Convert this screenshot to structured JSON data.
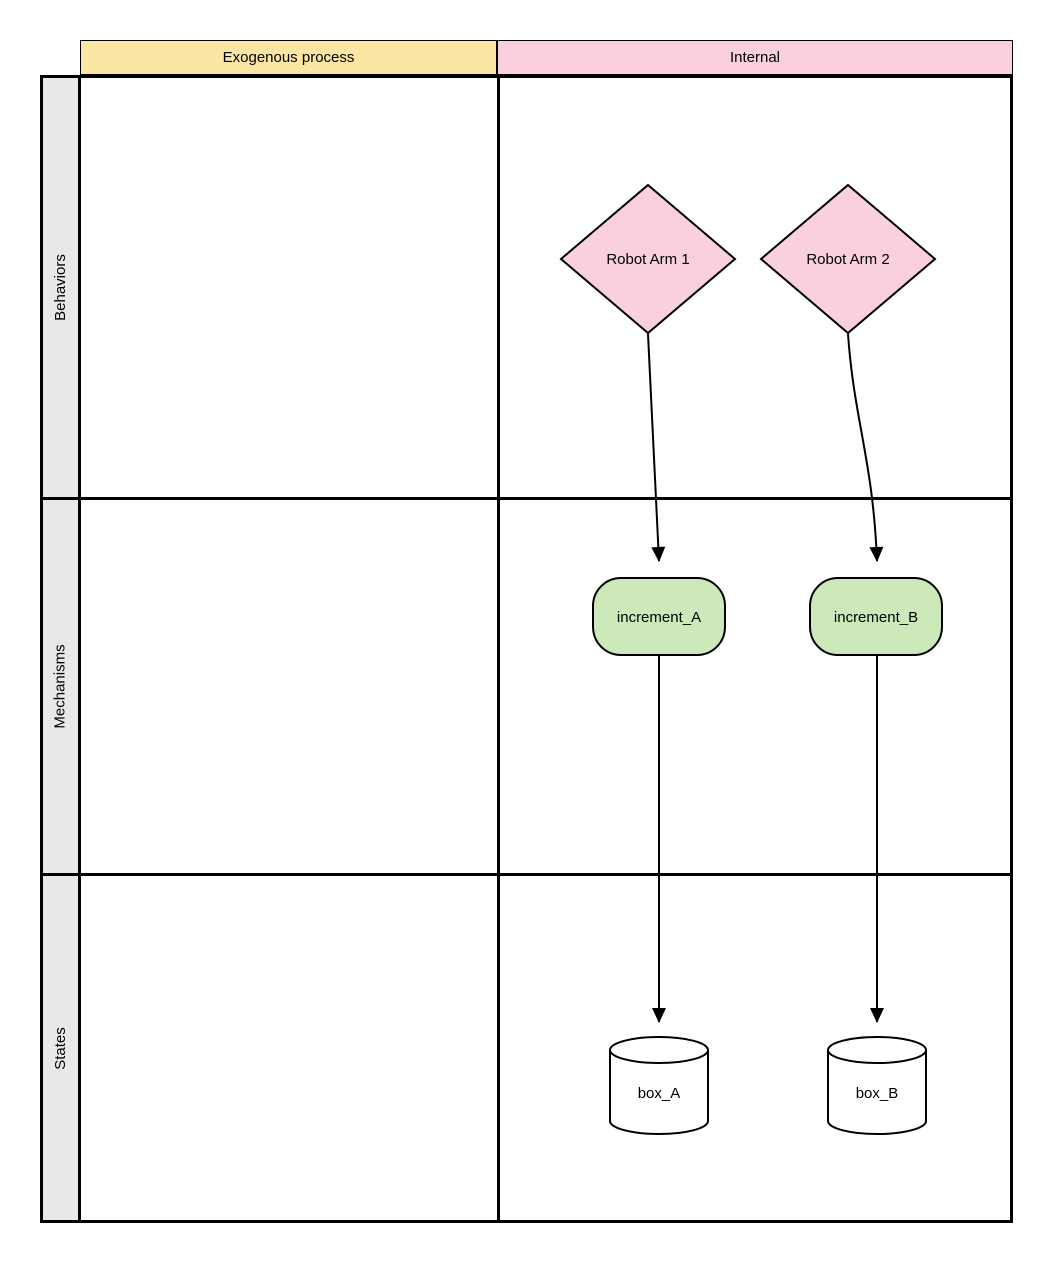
{
  "header": {
    "columns": [
      {
        "label": "Exogenous process",
        "fill": "#FBE5A2"
      },
      {
        "label": "Internal",
        "fill": "#F9D0DB"
      }
    ]
  },
  "lanes": [
    {
      "label": "Behaviors"
    },
    {
      "label": "Mechanisms"
    },
    {
      "label": "States"
    }
  ],
  "lane_label_fill": "#E8E8E8",
  "stroke_color": "#000000",
  "shapes": {
    "robot_arm_1": {
      "label": "Robot Arm 1",
      "type": "decision-diamond",
      "fill": "#F9D0DB",
      "lane": "Behaviors",
      "column": "Internal"
    },
    "robot_arm_2": {
      "label": "Robot Arm 2",
      "type": "decision-diamond",
      "fill": "#F9D0DB",
      "lane": "Behaviors",
      "column": "Internal"
    },
    "increment_a": {
      "label": "increment_A",
      "type": "rounded-process",
      "fill": "#CDE8B9",
      "lane": "Mechanisms",
      "column": "Internal"
    },
    "increment_b": {
      "label": "increment_B",
      "type": "rounded-process",
      "fill": "#CDE8B9",
      "lane": "Mechanisms",
      "column": "Internal"
    },
    "box_a": {
      "label": "box_A",
      "type": "database-cylinder",
      "fill": "#FFFFFF",
      "lane": "States",
      "column": "Internal"
    },
    "box_b": {
      "label": "box_B",
      "type": "database-cylinder",
      "fill": "#FFFFFF",
      "lane": "States",
      "column": "Internal"
    }
  },
  "connectors": [
    {
      "from": "Robot Arm 1",
      "to": "increment_A"
    },
    {
      "from": "Robot Arm 2",
      "to": "increment_B"
    },
    {
      "from": "increment_A",
      "to": "box_A"
    },
    {
      "from": "increment_B",
      "to": "box_B"
    }
  ]
}
